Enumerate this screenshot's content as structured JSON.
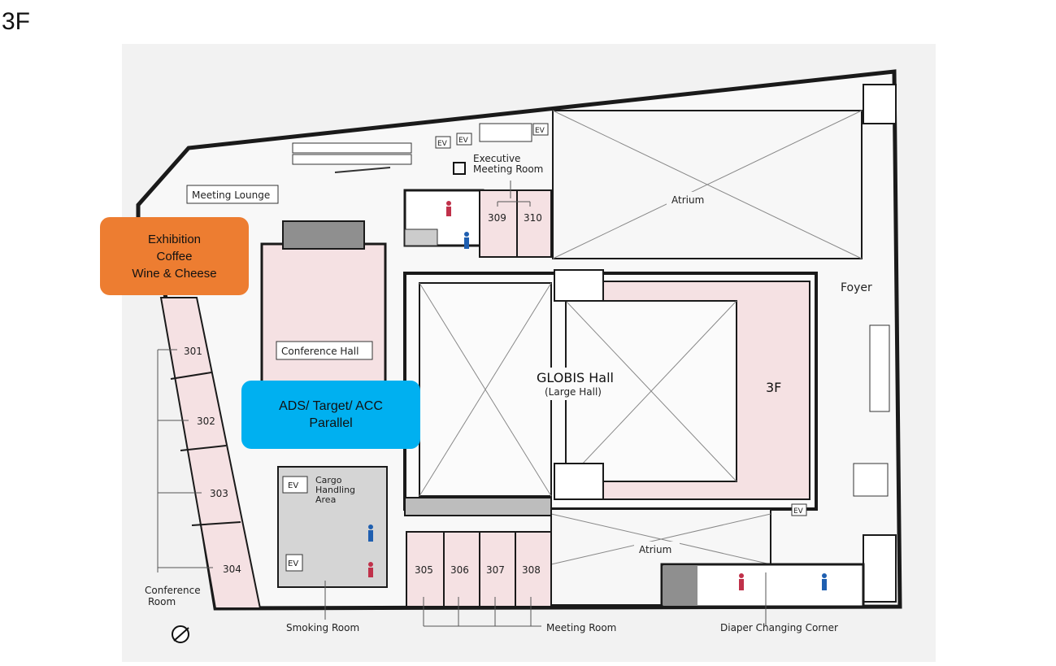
{
  "page": {
    "floor_label": "3F"
  },
  "callouts": {
    "exhibition": {
      "lines": [
        "Exhibition",
        "Coffee",
        "Wine & Cheese"
      ],
      "color": "#ed7d31"
    },
    "parallel": {
      "lines": [
        "ADS/ Target/ ACC",
        "Parallel"
      ],
      "color": "#00b0f0"
    }
  },
  "map": {
    "labels": {
      "meeting_lounge": "Meeting Lounge",
      "conference_hall": "Conference Hall",
      "executive_line1": "Executive",
      "executive_line2": "Meeting Room",
      "atrium": "Atrium",
      "foyer": "Foyer",
      "globis_hall": "GLOBIS Hall",
      "large_hall": "(Large Hall)",
      "hall_floor": "3F",
      "cargo1": "Cargo",
      "cargo2": "Handling",
      "cargo3": "Area",
      "conference_room1": "Conference",
      "conference_room2": "Room",
      "smoking_room": "Smoking Room",
      "meeting_room": "Meeting Room",
      "diaper": "Diaper Changing Corner",
      "ev": "EV"
    },
    "rooms": {
      "r301": "301",
      "r302": "302",
      "r303": "303",
      "r304": "304",
      "r305": "305",
      "r306": "306",
      "r307": "307",
      "r308": "308",
      "r309": "309",
      "r310": "310"
    },
    "colors": {
      "room_fill": "#f5e1e3",
      "wall": "#1a1a1a",
      "background": "#f2f2f2",
      "female_icon": "#c0314a",
      "male_icon": "#1f5fb0"
    }
  }
}
